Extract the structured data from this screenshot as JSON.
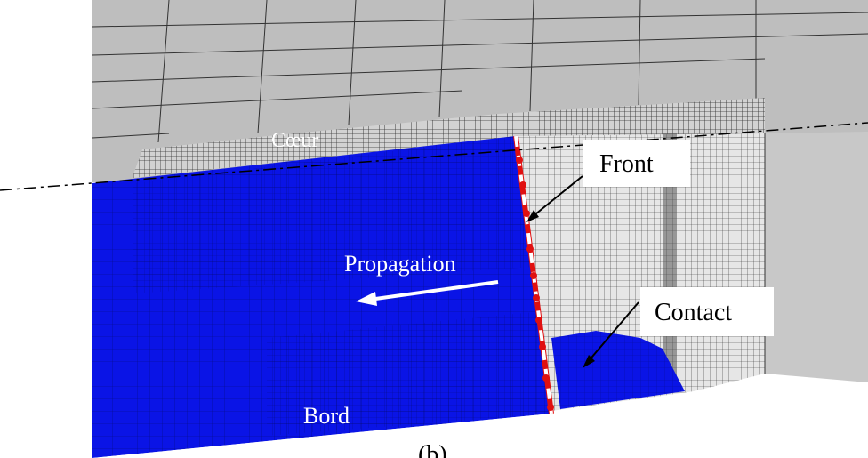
{
  "labels": {
    "coeur": "Cœur",
    "front": "Front",
    "propagation": "Propagation",
    "contact": "Contact",
    "bord": "Bord",
    "caption": "(b)"
  },
  "colors": {
    "background": "#ffffff",
    "mesh_gray": "#bdbdbd",
    "mesh_lines": "#2a2a2a",
    "crack_blue": "#0a14e6",
    "front_line": "#ffffff",
    "front_dots": "#e01010",
    "arrow_white": "#ffffff",
    "arrow_black": "#000000"
  }
}
